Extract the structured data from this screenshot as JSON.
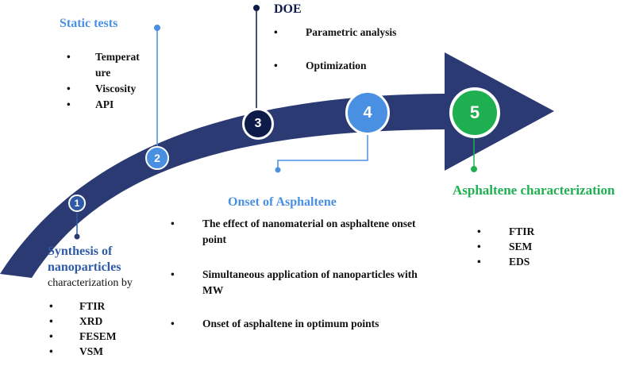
{
  "steps": [
    {
      "number": "1",
      "title_line1": "Synthesis of",
      "title_line2": "nanoparticles",
      "subtitle": "characterization by",
      "items": [
        "FTIR",
        "XRD",
        "FESEM",
        "VSM"
      ]
    },
    {
      "number": "2",
      "title": "Static tests",
      "items": [
        "Temperat",
        "ure",
        "Viscosity",
        "API"
      ]
    },
    {
      "number": "3",
      "title": "DOE",
      "items": [
        "Parametric analysis",
        "Optimization"
      ]
    },
    {
      "number": "4",
      "title": "Onset of Asphaltene",
      "items": [
        "The effect of nanomaterial on asphaltene onset",
        "point",
        "Simultaneous application of nanoparticles with",
        "MW",
        "Onset of asphaltene in optimum points"
      ]
    },
    {
      "number": "5",
      "title": "Asphaltene characterization",
      "items": [
        "FTIR",
        "SEM",
        "EDS"
      ]
    }
  ],
  "bullet": "•",
  "colors": {
    "arrow": "#2b3a73",
    "navy": "#0d1a4a",
    "blue": "#4a90e2",
    "green": "#1eb050"
  }
}
